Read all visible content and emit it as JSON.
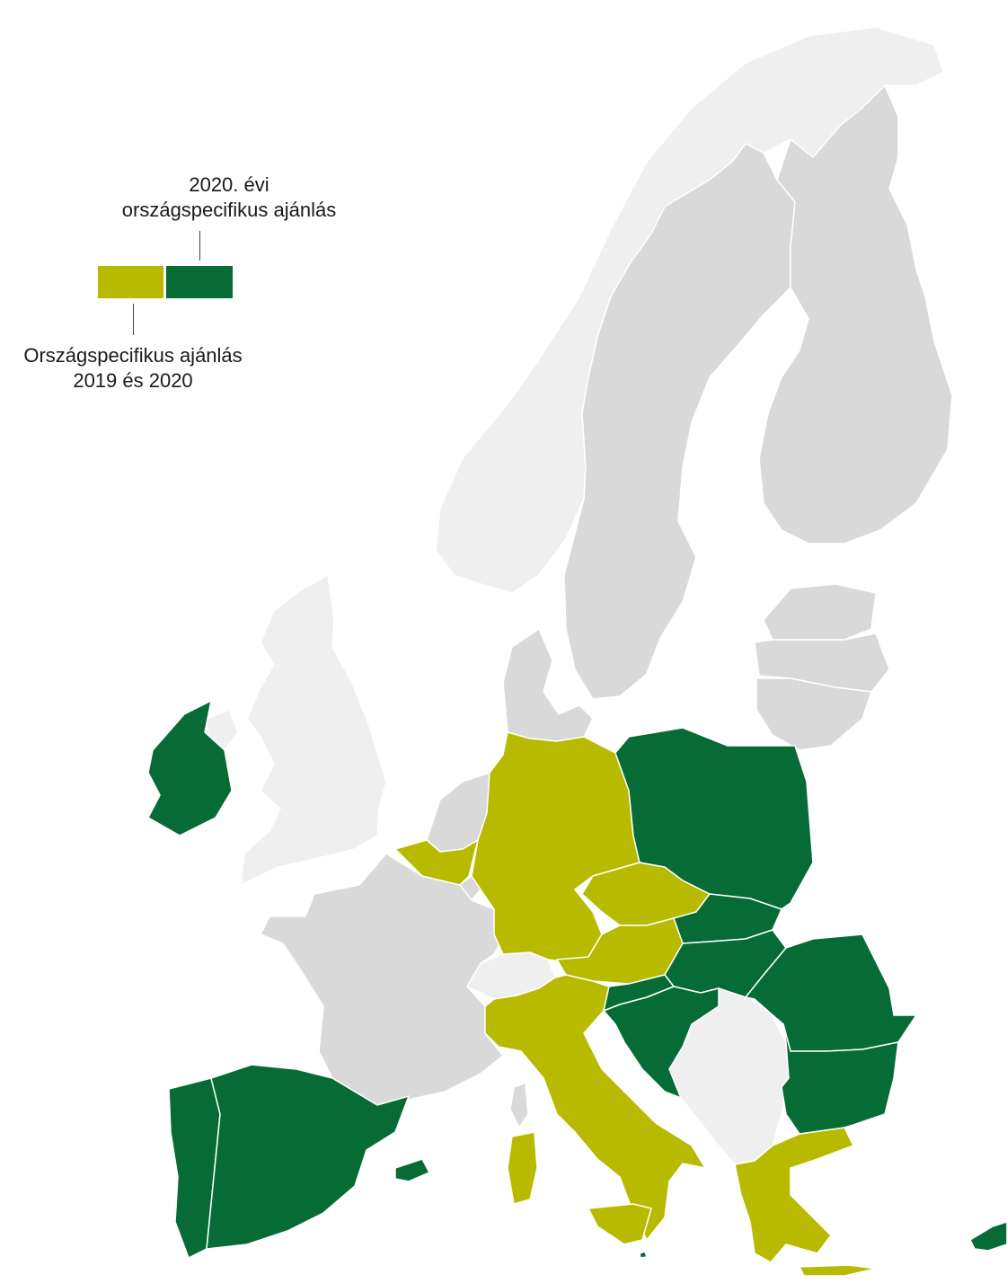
{
  "legend": {
    "current_year": {
      "line1": "2020. évi",
      "line2": "országspecifikus ajánlás",
      "color": "#066b35"
    },
    "both_years": {
      "line1": "Országspecifikus ajánlás",
      "line2": "2019 és 2020",
      "color": "#b8ba00"
    }
  },
  "colors": {
    "non_eu": "#efefef",
    "no_recommendation": "#d9d9d9",
    "border": "#ffffff"
  },
  "countries": {
    "both_years": [
      "Germany",
      "Belgium",
      "Czechia",
      "Austria",
      "Italy",
      "Greece"
    ],
    "current_year_only": [
      "Ireland",
      "Spain",
      "Portugal",
      "Poland",
      "Slovakia",
      "Hungary",
      "Slovenia",
      "Croatia",
      "Romania",
      "Bulgaria",
      "Cyprus",
      "Malta"
    ],
    "no_recommendation": [
      "France",
      "Netherlands",
      "Luxembourg",
      "Denmark",
      "Sweden",
      "Finland",
      "Estonia",
      "Latvia",
      "Lithuania"
    ],
    "non_eu": [
      "Norway",
      "United Kingdom",
      "Switzerland",
      "Western Balkans"
    ]
  }
}
